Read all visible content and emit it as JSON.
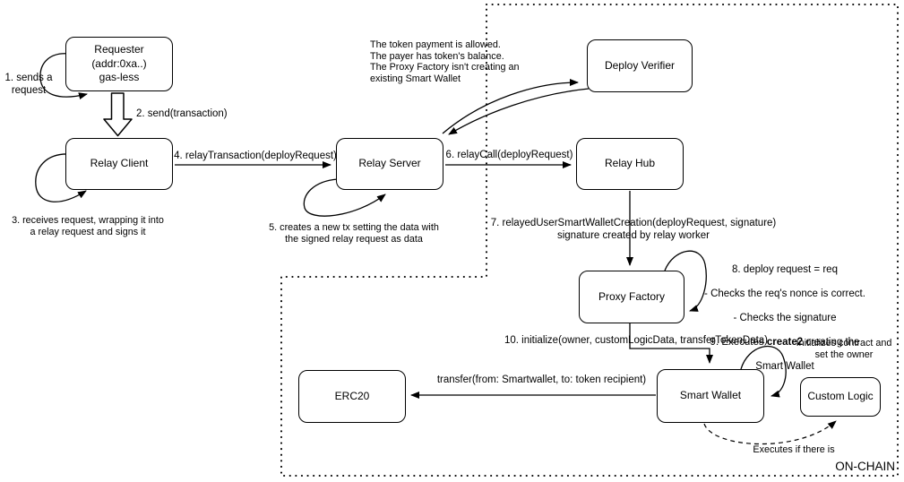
{
  "nodes": {
    "requester": "Requester\n(addr:0xa..)\ngas-less",
    "relay_client": "Relay Client",
    "relay_server": "Relay Server",
    "deploy_verifier": "Deploy Verifier",
    "relay_hub": "Relay Hub",
    "proxy_factory": "Proxy Factory",
    "smart_wallet": "Smart Wallet",
    "custom_logic": "Custom Logic",
    "erc20": "ERC20"
  },
  "annotations": {
    "step1": "1. sends a\nrequest",
    "step2": "2. send(transaction)",
    "step3": "3. receives request, wrapping it into\na relay request and signs it",
    "step4": "4. relayTransaction(deployRequest)",
    "step5": "5. creates a new tx setting the data with\nthe signed relay request as data",
    "step6": "6. relayCall(deployRequest)",
    "step7": "7. relayedUserSmartWalletCreation(deployRequest, signature)\nsignature created by relay worker",
    "verifier_note": "The token payment is allowed.\nThe payer has token's balance.\nThe Proxy Factory isn't creating an\nexisting Smart Wallet",
    "note89": {
      "l1": "8. deploy request = req",
      "l2": "- Checks the req's nonce is correct.",
      "l3": "- Checks the signature",
      "l4_pre": "9. Executes ",
      "l4_bold": "create2",
      "l4_post": " creating the",
      "l5": "Smart Wallet"
    },
    "step10": "10. initialize(owner, customLogicData, transferTokenData)",
    "transfer": "transfer(from: Smartwallet, to: token recipient)",
    "init_contract": "Initializes contract and\nset the owner",
    "executes": "Executes if there is",
    "on_chain": "ON-CHAIN"
  },
  "colors": {
    "stroke": "#000000",
    "background": "#ffffff"
  }
}
